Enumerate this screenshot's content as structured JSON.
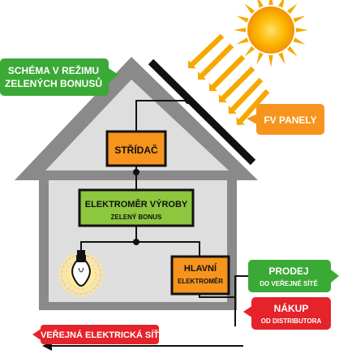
{
  "title": {
    "line1": "SCHÉMA V REŽIMU",
    "line2": "ZELENÝCH BONUSŮ"
  },
  "fv": {
    "label": "FV PANELY"
  },
  "inverter": {
    "label": "STŘÍDAČ"
  },
  "production_meter": {
    "line1": "ELEKTROMĚR VÝROBY",
    "line2": "ZELENÝ BONUS"
  },
  "main_meter": {
    "line1": "HLAVNÍ",
    "line2": "ELEKTROMĚR"
  },
  "sale": {
    "line1": "PRODEJ",
    "line2": "DO VEŘEJNÉ SÍTĚ"
  },
  "purchase": {
    "line1": "NÁKUP",
    "line2": "OD DISTRIBUTORA"
  },
  "grid": {
    "label": "VEŘEJNÁ ELEKTRICKÁ SÍŤ"
  },
  "colors": {
    "green": "#3aa935",
    "orange": "#f7941d",
    "red": "#e4232b",
    "meter_green": "#8dc63f",
    "house_gray": "#8a8a8a",
    "sun_yellow": "#f6a800"
  }
}
